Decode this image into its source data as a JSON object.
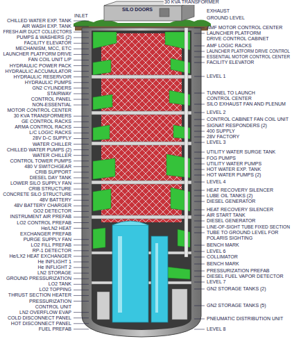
{
  "diagram": {
    "labels": [
      "SILO DOORS",
      "30 KVA TRANSFORMER",
      "INLET",
      "CHILLED WATER EXP. TANK",
      "AIR WASH EXP. TANK",
      "FRESH AIR DUCT COLLECTORS",
      "PUMPS & WASHERS (2)",
      "FACILITY ELEVATOR",
      "MECHANISM, MCC, ETC",
      "LAUNCHER PLATFORM DRIVE",
      "FAN COIL UNIT L/P",
      "HYDRAULIC POWER PACK",
      "HYDRAULIC ACCUMULATOR",
      "HYDRAULIC RESERVOIR",
      "HYDRAULIC PUMPS",
      "GN2 CYLINDERS",
      "STAIRWAY",
      "CONTROL PANEL",
      "NON-ESSENTIAL",
      "MOTOR CONTROL CENTER",
      "30 KVA TRANSFORMERS",
      "GE CONTROL RACKS",
      "ARMA CONTROL RACKS",
      "L/C LOGIC RACKS",
      "28V D-C SUPPLY",
      "WATER CHILLER",
      "CHILLED WATER PUMPS (2)",
      "WATER CHILLER",
      "CONTROL TOWER PUMPS",
      "480 V SWITCHGEAR",
      "CRIB SUPPORT",
      "DIESEL DAY TANK",
      "LOWER SILO SUPPLY FAN",
      "CRIB STRUCTURE",
      "CONCRETE SILO STRUCTURE",
      "48V BATTERY",
      "48V BATTERY CHARGER",
      "GO2 DETECTOR",
      "INSTRUMENT AIR PREFAB",
      "LO2 CONTROL PREFAB",
      "He/LN2 HEAT",
      "EXCHANGER PREFAB",
      "PURGE SUPPLY FAN",
      "LO2 FILL PREFAB",
      "RP-1 DETECTOR",
      "He/LX2 HEAT EXCHANGER",
      "He INFLIGHT 1",
      "He INFLIGHT 2",
      "LN2 STORAGE",
      "GROUND PRESSURIZATION",
      "LO2 TANK",
      "LO2 TOPPING",
      "THRUST SECTION HEATER",
      "PRESSURIZATION",
      "CONTROL UNIT",
      "LN2 OVERFLOW EVAP",
      "COLD DISCONNECT PANEL",
      "HOT DISCONNECT PANEL",
      "FUEL PREFAB",
      "EXHAUST",
      "GROUND LEVEL",
      "AMF MOTOR CONTROL CENTER",
      "LAUNCHER PLATFORM",
      "DRIVE CONTROL CABINET",
      "AMF LOGIC RACKS",
      "LAUNCHER PLATFORM DRIVE CONTROL",
      "ESSENTIAL MOTOR CONTROL CENTER",
      "FACILITY ELEVATOR",
      "LEVEL 1",
      "TUNNEL TO LAUNCH",
      "CONTROL CENTER",
      "SILO EXHAUST FAN AND PLENUM",
      "LEVEL 2",
      "CONTROL CABINET FAN COIL UNIT",
      "SIGNAT RESPONDERS (2)",
      "400 SUPPLY",
      "28V FACTORY",
      "LEVEL 3",
      "UTILITY WATER SURGE TANK",
      "FOG PUMPS",
      "UTILITY WATER PUMPS",
      "HOT WATER EXP. TANK",
      "HOT WATER PUMPS (2)",
      "LEVEL 4",
      "HEAT RECOVERY SILENCER",
      "LUBE OIL TANKS (2)",
      "DIESEL GENERATOR",
      "HEAT RECOVERY SILENCER",
      "AIR START TANK",
      "DIESEL GENERATOR",
      "LINE-OF-SIGHT TUBE FIXED SECTION",
      "TUBE TO GROUND LEVEL FOR",
      "POLARIS SIGHTING",
      "BENCH MARK",
      "LEVEL 6",
      "COLLIMATOR",
      "BENCH MARK",
      "PRESSURIZATION PREFAB",
      "DIESEL FUEL VAPOR DETECTOR",
      "LEVEL 7",
      "GN2 STORAGE TANKS (2)",
      "GN2 STORAGE TANKS (5)",
      "PNEUMATIC DISTRIBUTION UNIT",
      "LEVEL 8"
    ]
  }
}
